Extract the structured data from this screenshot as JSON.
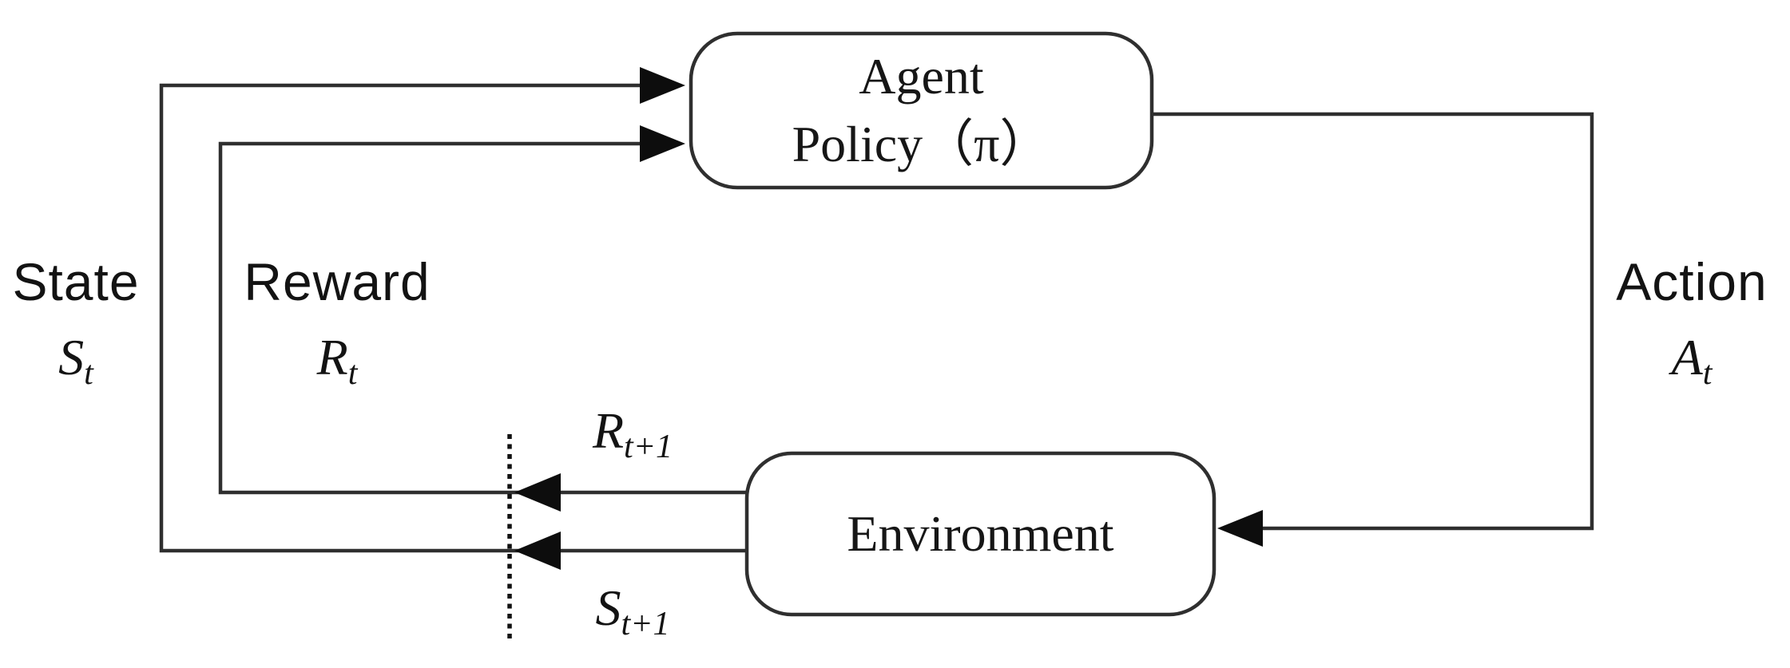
{
  "diagram": {
    "type": "flow-diagram",
    "title_hidden": "",
    "nodes": {
      "agent": {
        "line1": "Agent",
        "line2": "Policy（π）"
      },
      "environment": {
        "label": "Environment"
      }
    },
    "labels": {
      "state": {
        "word": "State",
        "base": "S",
        "sub": "t"
      },
      "reward": {
        "word": "Reward",
        "base": "R",
        "sub": "t"
      },
      "action": {
        "word": "Action",
        "base": "A",
        "sub": "t"
      },
      "reward_next": {
        "base": "R",
        "sub": "t+1"
      },
      "state_next": {
        "base": "S",
        "sub": "t+1"
      }
    },
    "edges": [
      {
        "from": "environment",
        "to": "agent",
        "label": "State S_t"
      },
      {
        "from": "environment",
        "to": "agent",
        "label": "Reward R_t"
      },
      {
        "from": "agent",
        "to": "environment",
        "label": "Action A_t"
      },
      {
        "from": "environment",
        "to": "time-boundary",
        "label": "R_t+1"
      },
      {
        "from": "environment",
        "to": "time-boundary",
        "label": "S_t+1"
      }
    ],
    "colors": {
      "line": "#2f2f2f",
      "arrow": "#0d0d0d",
      "text": "#111111",
      "background": "#ffffff"
    }
  }
}
